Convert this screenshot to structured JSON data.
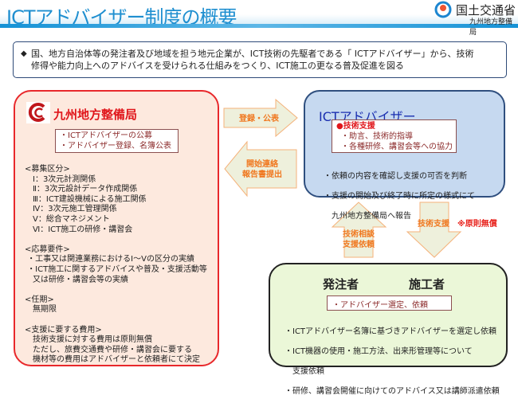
{
  "header": {
    "title": "ICTアドバイザー制度の概要",
    "org": "国土交通省",
    "org_sub": "九州地方整備局"
  },
  "intro": {
    "lines": [
      "国、地方自治体等の発注者及び地域を担う地元企業が、ICT技術の先駆者である「 ICTアドバイザー」から、技術",
      "修得や能力向上へのアドバイスを受けられる仕組みをつくり、ICT施工の更なる普及促進を図る"
    ]
  },
  "kyushu": {
    "title": "九州地方整備局",
    "inner": [
      "・ICTアドバイザーの公募",
      "・アドバイザー登録、名簿公表"
    ],
    "list": [
      "<募集区分>",
      "　Ⅰ：3次元計測関係",
      "　Ⅱ：3次元設計データ作成関係",
      "　Ⅲ：ICT建設機械による施工関係",
      "　Ⅳ：3次元施工管理関係",
      "　Ⅴ：総合マネジメント",
      "　Ⅵ：ICT施工の研修・講習会",
      "",
      "<応募要件>",
      " ・工事又は関連業務におけるⅠ～Ⅴの区分の実績",
      " ・ICT施工に関するアドバイスや普及・支援活動等",
      "　又は研修・講習会等の実績",
      "",
      "<任期>",
      "　無期限",
      "",
      "<支援に要する費用>",
      "　技術支援に対する費用は原則無償",
      "　ただし、旅費交通費や研修・講習会に要する",
      "　機材等の費用はアドバイザーと依頼者にて決定"
    ]
  },
  "advisor": {
    "title": "ICTアドバイザー",
    "inner_head": "●技術支援",
    "inner": [
      "・助言、技術的指導",
      "・各種研修、講習会等への協力"
    ],
    "notes": [
      "・依頼の内容を確認し支援の可否を判断",
      "・支援の開始及び終了時に所定の様式にて",
      "　九州地方整備局へ報告"
    ]
  },
  "arrows": {
    "register": "登録・公表",
    "report": [
      "開始連絡",
      "報告書提出"
    ],
    "consult": [
      "技術相談",
      "支援依頼"
    ],
    "support": "技術支援",
    "support_note": "※原則無償"
  },
  "client": {
    "orderer": "発注者",
    "contractor": "施工者",
    "inner": "・アドバイザー選定、依頼",
    "notes": [
      "・ICTアドバイザー名簿に基づきアドバイザーを選定し依頼",
      "・ICT機器の使用・施工方法、出来形管理等について",
      "　支援依頼",
      "・研修、講習会開催に向けてのアドバイス又は講師派遣依頼"
    ]
  }
}
